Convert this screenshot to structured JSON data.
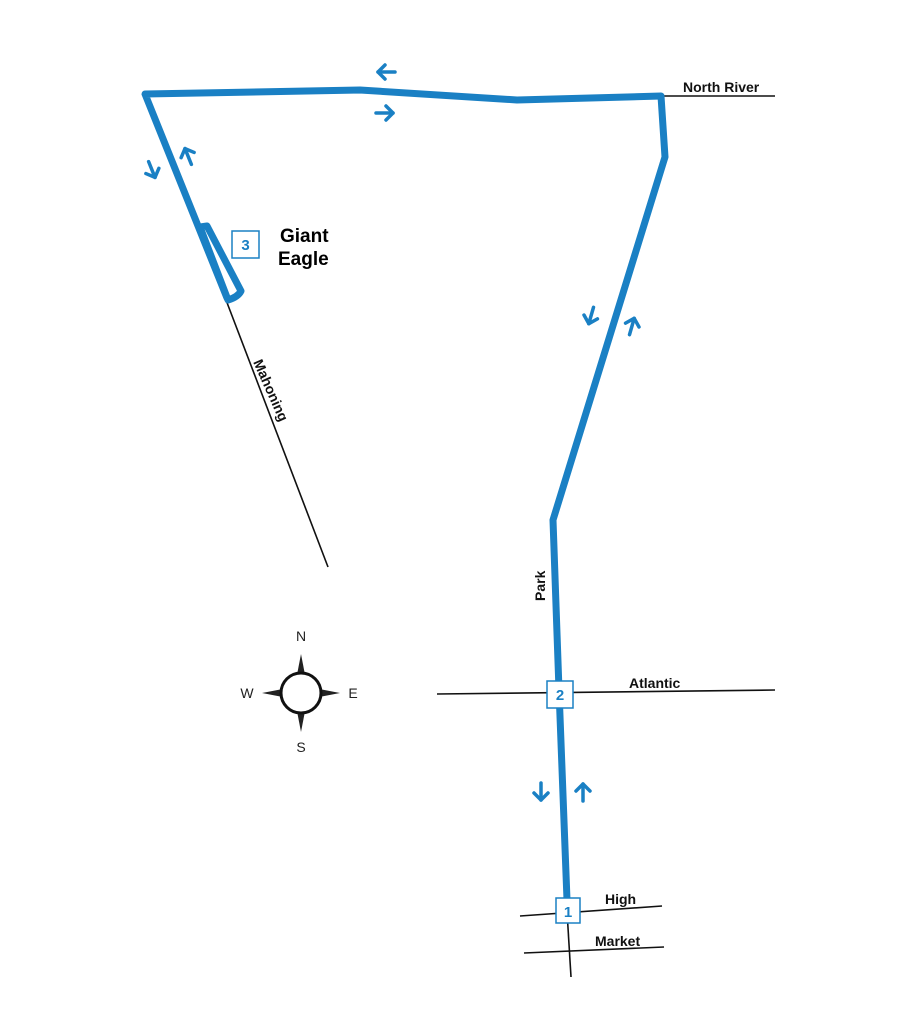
{
  "colors": {
    "route": "#1a80c4",
    "street": "#111111",
    "stop_border": "#1a80c4",
    "stop_text": "#1a80c4"
  },
  "streets": {
    "north_river": "North River",
    "mahoning": "Mahoning",
    "park": "Park",
    "atlantic": "Atlantic",
    "high": "High",
    "market": "Market"
  },
  "stops": [
    {
      "number": "1"
    },
    {
      "number": "2"
    },
    {
      "number": "3"
    }
  ],
  "poi": {
    "line1": "Giant",
    "line2": "Eagle"
  },
  "compass": {
    "north": "N",
    "south": "S",
    "east": "E",
    "west": "W"
  },
  "icons": {
    "direction_arrow": "arrow-icon",
    "compass": "compass-rose-icon"
  }
}
